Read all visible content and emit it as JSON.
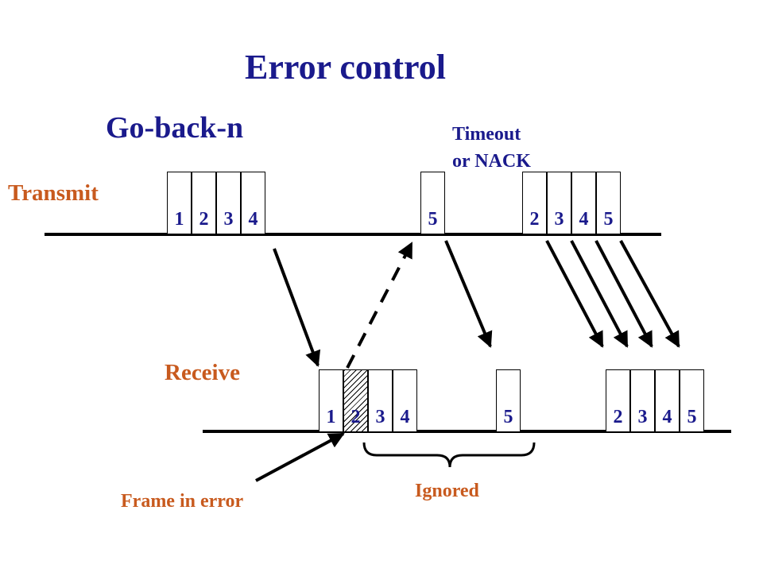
{
  "title": "Error control",
  "subtitle": "Go-back-n",
  "timeout_label": [
    "Timeout",
    "or NACK"
  ],
  "transmit_label": "Transmit",
  "receive_label": "Receive",
  "frame_in_error_label": "Frame in error",
  "ignored_label": "Ignored",
  "transmit_frames": {
    "first_group": [
      "1",
      "2",
      "3",
      "4"
    ],
    "single": "5",
    "resend_group": [
      "2",
      "3",
      "4",
      "5"
    ]
  },
  "receive_frames": {
    "first_group": [
      "1",
      "2",
      "3",
      "4"
    ],
    "error_frame": "2",
    "single": "5",
    "resend_group": [
      "2",
      "3",
      "4",
      "5"
    ]
  },
  "colors": {
    "heading": "#1a1a8c",
    "label": "#c85a1e",
    "lines": "#000000"
  }
}
